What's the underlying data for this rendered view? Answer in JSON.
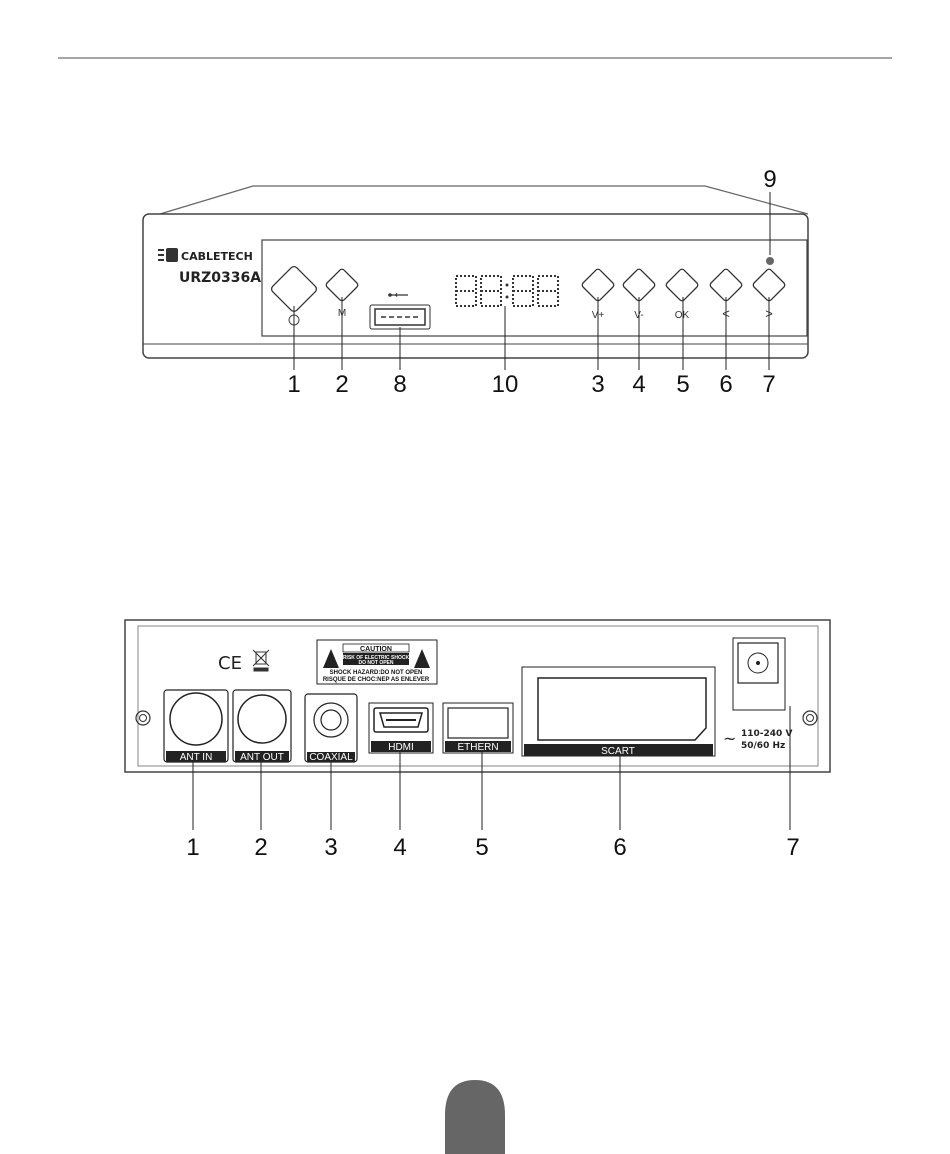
{
  "front": {
    "brand": "CABLETECH",
    "model": "URZ0336A",
    "display": "88:88",
    "button_labels": {
      "v_plus": "V+",
      "v_minus": "V-",
      "ok": "OK",
      "left": "<",
      "right": ">",
      "menu": "M"
    },
    "callouts": [
      "1",
      "2",
      "8",
      "10",
      "3",
      "4",
      "5",
      "6",
      "7",
      "9"
    ]
  },
  "rear": {
    "ports": {
      "ant_in": "ANT IN",
      "ant_out": "ANT OUT",
      "coaxial": "COAXIAL",
      "hdmi": "HDMI",
      "ethernet": "ETHERN",
      "scart": "SCART"
    },
    "ce_mark": "CE",
    "caution": {
      "title": "CAUTION",
      "line1": "RISK OF ELECTRIC SHOCK",
      "line2": "DO NOT OPEN",
      "line3": "SHOCK HAZARD:DO NOT OPEN",
      "line4": "RISQUE DE CHOC:NEP AS ENLEVER"
    },
    "power": {
      "tilde": "~",
      "voltage": "110-240 V",
      "frequency": "50/60 Hz"
    },
    "callouts": [
      "1",
      "2",
      "3",
      "4",
      "5",
      "6",
      "7"
    ]
  }
}
